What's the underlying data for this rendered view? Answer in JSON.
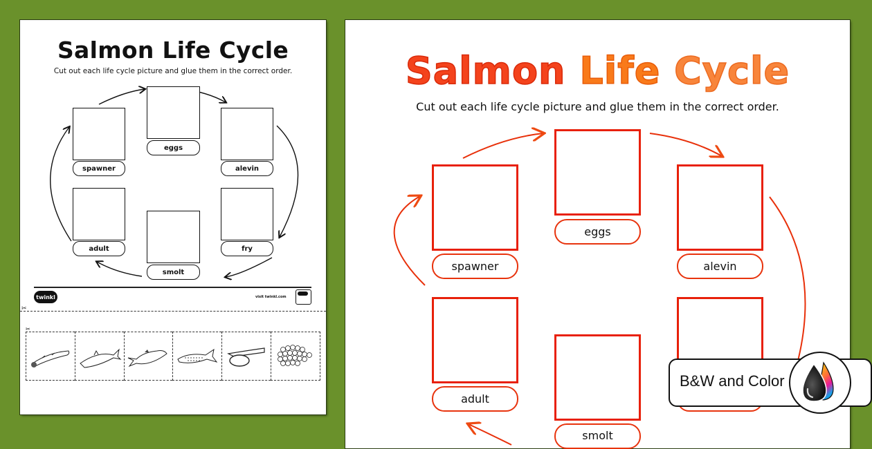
{
  "background_color": "#6a912b",
  "bw_sheet": {
    "title": "Salmon Life Cycle",
    "instruction": "Cut out each life cycle picture and glue them in the correct order.",
    "stages": {
      "eggs": "eggs",
      "alevin": "alevin",
      "fry": "fry",
      "smolt": "smolt",
      "adult": "adult",
      "spawner": "spawner"
    },
    "footer": {
      "logo_text": "twinkl",
      "visit_text": "visit twinkl.com"
    },
    "cutouts": [
      "adult-fish-icon",
      "smolt-fish-icon",
      "spawner-fish-icon",
      "fry-fish-icon",
      "alevin-icon",
      "eggs-cluster-icon"
    ]
  },
  "color_sheet": {
    "title_words": [
      "Salmon",
      "Life",
      "Cycle"
    ],
    "title_colors": [
      "#f4431c",
      "#f97a1a",
      "#f8853b"
    ],
    "instruction": "Cut out each life cycle picture and glue them in the correct order.",
    "stages": {
      "eggs": "eggs",
      "alevin": "alevin",
      "smolt": "smolt",
      "adult": "adult",
      "spawner": "spawner"
    },
    "accent_color": "#e8200a"
  },
  "badge": {
    "text": "B&W and Color",
    "icon": "ink-drops-icon"
  }
}
